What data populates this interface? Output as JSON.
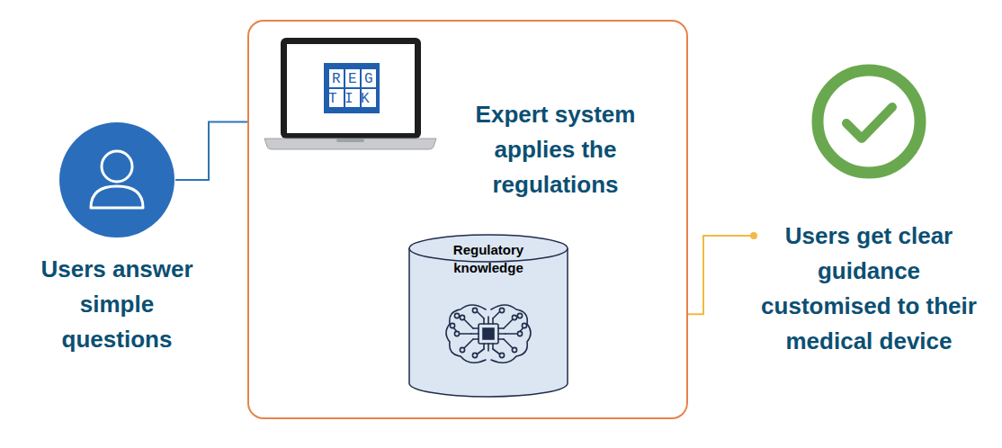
{
  "diagram": {
    "nodes": [
      {
        "text": [
          "Users answer simple questions"
        ]
      },
      {
        "text": [
          "Expert system applies the regulations"
        ]
      },
      {
        "text": [
          "REG TIK"
        ],
        "in": 1
      },
      {
        "text": [
          "Regulatory knowledge"
        ],
        "in": 1
      },
      {
        "text": [
          "Users get clear guidance customised to their medical device"
        ]
      }
    ],
    "edges": [
      {
        "from": 0,
        "to": 2,
        "arrow": "none"
      },
      {
        "from": 2,
        "to": 3,
        "arrow": "none"
      },
      {
        "from": 3,
        "to": 4,
        "arrow": "none"
      }
    ]
  }
}
